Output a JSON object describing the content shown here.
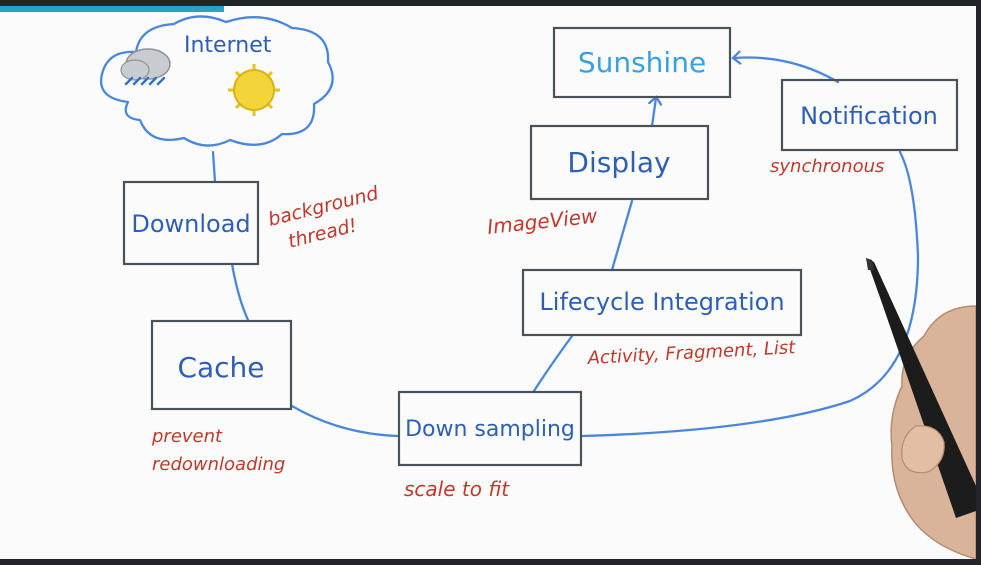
{
  "video": {
    "progress_fraction": 0.23
  },
  "cloud": {
    "label": "Internet",
    "weather_icons": [
      "rain-cloud-icon",
      "sun-icon"
    ]
  },
  "boxes": {
    "sunshine": "Sunshine",
    "notification": "Notification",
    "display": "Display",
    "lifecycle": "Lifecycle Integration",
    "download": "Download",
    "cache": "Cache",
    "downsampling": "Down sampling"
  },
  "notes": {
    "synchronous": "synchronous",
    "imageview": "ImageView",
    "background_line1": "background",
    "background_line2": "thread!",
    "activity": "Activity, Fragment, List",
    "prevent_line1": "prevent",
    "prevent_line2": "redownloading",
    "scale": "scale to fit"
  },
  "colors": {
    "box_label": "#2d5fb6",
    "title_label": "#3aa0e0",
    "annotation": "#c0392b",
    "flow_line": "#4a86de",
    "progress": "#2aa3c4"
  }
}
